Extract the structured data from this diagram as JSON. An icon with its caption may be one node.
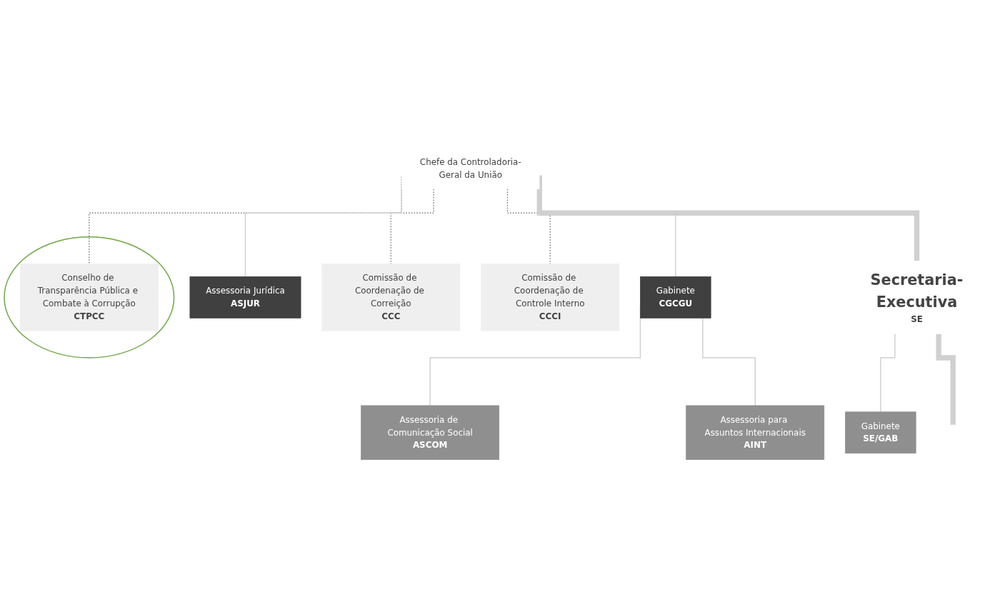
{
  "diagram": {
    "nodes": [
      {
        "text": [
          "Chefe da Controladoria-Geral da União"
        ]
      },
      {
        "text": [],
        "shape": "circle"
      },
      {
        "text": [
          "Conselho de Transparência Pública e Combate à Corrupção",
          "CTPCC"
        ],
        "in": 1
      },
      {
        "text": [
          "Comissão de Coordenação de Correição",
          "CCC"
        ]
      },
      {
        "text": [
          "Comissão de Coordenação de Controle Interno",
          "CCCI"
        ]
      },
      {
        "text": [
          "Assessoria Jurídica",
          "ASJUR"
        ]
      },
      {
        "text": [
          "Gabinete",
          "CGCGU"
        ]
      },
      {
        "text": [
          "Secretaria-Executiva",
          "SE"
        ]
      },
      {
        "text": [
          "Gabinete",
          "SE/GAB"
        ]
      },
      {
        "text": [
          "Assessoria de Comunicação Social",
          "ASCOM"
        ]
      },
      {
        "text": [
          "Assessoria para Assuntos Internacionais",
          "AINT"
        ]
      }
    ],
    "edges": [
      {
        "from": 0,
        "to": 2,
        "arrow": "none",
        "style": "dashed",
        "color": "#777777"
      },
      {
        "from": 0,
        "to": 3,
        "arrow": "none",
        "style": "dashed",
        "color": "#777777"
      },
      {
        "from": 0,
        "to": 4,
        "arrow": "none",
        "style": "dashed",
        "color": "#777777"
      },
      {
        "from": 0,
        "to": 5,
        "arrow": "none"
      },
      {
        "from": 0,
        "to": 6,
        "arrow": "none"
      },
      {
        "from": 0,
        "to": 7,
        "arrow": "none",
        "style": "thick"
      },
      {
        "from": 6,
        "to": 9,
        "arrow": "none"
      },
      {
        "from": 6,
        "to": 10,
        "arrow": "none"
      },
      {
        "from": 7,
        "to": 8,
        "arrow": "none"
      },
      {
        "from": 7,
        "to": null,
        "arrow": "none",
        "style": "thick"
      }
    ]
  }
}
